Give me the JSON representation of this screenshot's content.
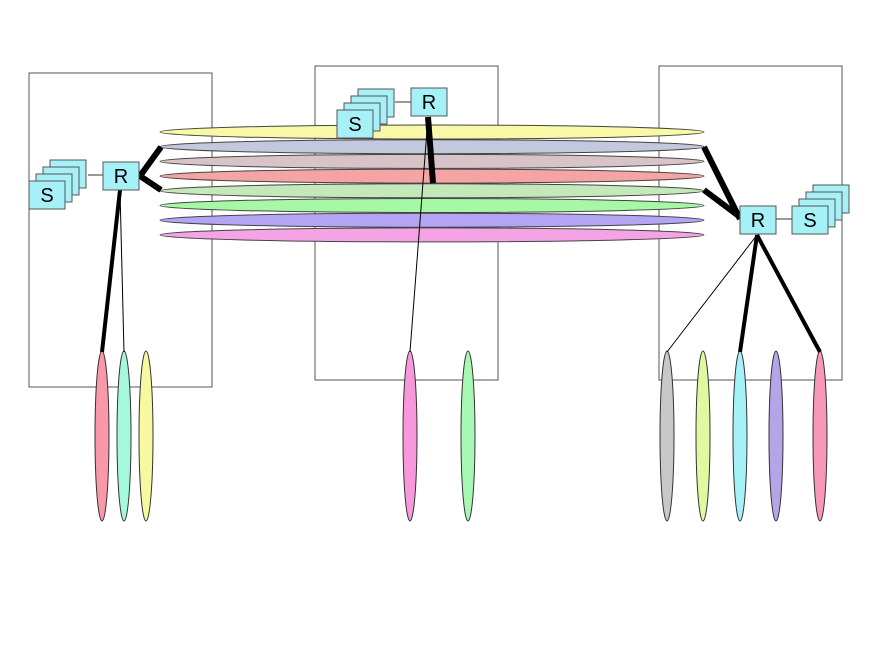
{
  "diagram": {
    "type": "network-topology",
    "labels": {
      "router": "R",
      "switch": "S"
    },
    "colors": {
      "node_fill": "#a6f0f8",
      "bands": [
        "#f8f8a6",
        "#c4c8dc",
        "#d8c4c8",
        "#f4a4a4",
        "#c4e8b8",
        "#a6f8a6",
        "#b4a4f4",
        "#f4a4e4"
      ]
    },
    "sites": [
      {
        "id": "left",
        "router_label": "R",
        "switch_label": "S",
        "switch_stack": 4,
        "vertical_bands": [
          "#f898a8",
          "#a6f8dc",
          "#f8f8a0"
        ]
      },
      {
        "id": "center",
        "router_label": "R",
        "switch_label": "S",
        "switch_stack": 4,
        "vertical_bands": [
          "#f898dc",
          "#a6f8b4"
        ]
      },
      {
        "id": "right",
        "router_label": "R",
        "switch_label": "S",
        "switch_stack": 4,
        "vertical_bands": [
          "#c8c8c8",
          "#e0f8a0",
          "#a6f0f8",
          "#b4a4e8",
          "#f898b8"
        ]
      }
    ]
  }
}
